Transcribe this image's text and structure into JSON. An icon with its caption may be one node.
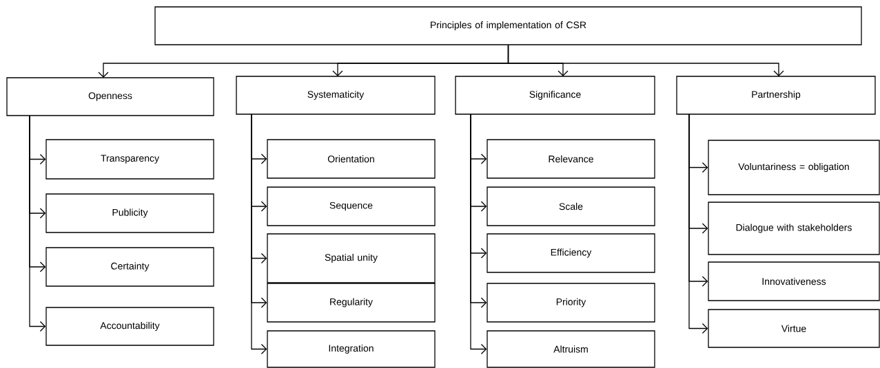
{
  "diagram": {
    "nodes": [
      {
        "text": [
          "Principles of implementation of CSR"
        ]
      },
      {
        "text": [
          "Openness"
        ]
      },
      {
        "text": [
          "Systematicity"
        ]
      },
      {
        "text": [
          "Significance"
        ]
      },
      {
        "text": [
          "Partnership"
        ]
      },
      {
        "text": [
          "Transparency"
        ]
      },
      {
        "text": [
          "Publicity"
        ]
      },
      {
        "text": [
          "Certainty"
        ]
      },
      {
        "text": [
          "Accountability"
        ]
      },
      {
        "text": [
          "Orientation"
        ]
      },
      {
        "text": [
          "Sequence"
        ]
      },
      {
        "text": [
          "Spatial unity"
        ]
      },
      {
        "text": [
          "Regularity"
        ]
      },
      {
        "text": [
          "Integration"
        ]
      },
      {
        "text": [
          "Relevance"
        ]
      },
      {
        "text": [
          "Scale"
        ]
      },
      {
        "text": [
          "Efficiency"
        ]
      },
      {
        "text": [
          "Priority"
        ]
      },
      {
        "text": [
          "Altruism"
        ]
      },
      {
        "text": [
          "Voluntariness = obligation"
        ]
      },
      {
        "text": [
          "Dialogue with stakeholders"
        ]
      },
      {
        "text": [
          "Innovativeness"
        ]
      },
      {
        "text": [
          "Virtue"
        ]
      }
    ],
    "edges": [
      {
        "from": 0,
        "to": 1,
        "arrow": "to"
      },
      {
        "from": 0,
        "to": 2,
        "arrow": "to"
      },
      {
        "from": 0,
        "to": 3,
        "arrow": "to"
      },
      {
        "from": 0,
        "to": 4,
        "arrow": "to"
      },
      {
        "from": 1,
        "to": 5,
        "arrow": "to"
      },
      {
        "from": 1,
        "to": 6,
        "arrow": "to"
      },
      {
        "from": 1,
        "to": 7,
        "arrow": "to"
      },
      {
        "from": 1,
        "to": 8,
        "arrow": "to"
      },
      {
        "from": 2,
        "to": 9,
        "arrow": "to"
      },
      {
        "from": 2,
        "to": 10,
        "arrow": "to"
      },
      {
        "from": 2,
        "to": 11,
        "arrow": "to"
      },
      {
        "from": 2,
        "to": 12,
        "arrow": "to"
      },
      {
        "from": 2,
        "to": 13,
        "arrow": "to"
      },
      {
        "from": 3,
        "to": 14,
        "arrow": "to"
      },
      {
        "from": 3,
        "to": 15,
        "arrow": "to"
      },
      {
        "from": 3,
        "to": 16,
        "arrow": "to"
      },
      {
        "from": 3,
        "to": 17,
        "arrow": "to"
      },
      {
        "from": 3,
        "to": 18,
        "arrow": "to"
      },
      {
        "from": 4,
        "to": 19,
        "arrow": "to"
      },
      {
        "from": 4,
        "to": 20,
        "arrow": "to"
      },
      {
        "from": 4,
        "to": 21,
        "arrow": "to"
      },
      {
        "from": 4,
        "to": 22,
        "arrow": "to"
      }
    ]
  }
}
